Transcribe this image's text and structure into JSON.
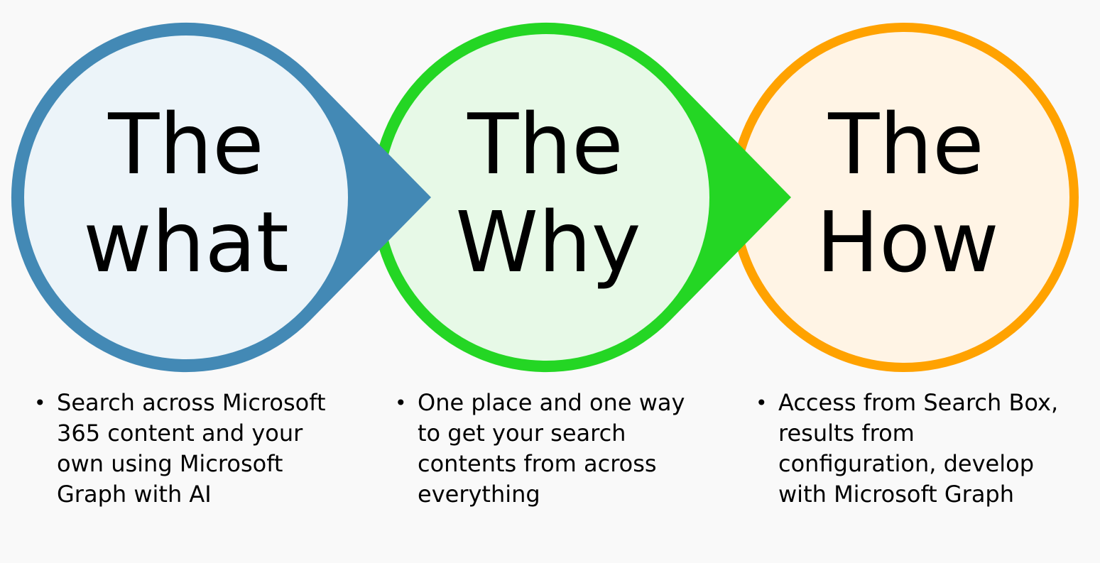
{
  "stages": [
    {
      "title_line1": "The",
      "title_line2": "what",
      "ring_color": "#4389b5",
      "fill_color": "#ecf4f9",
      "bullet": "Search across Microsoft 365 content and your own using Microsoft Graph with AI"
    },
    {
      "title_line1": "The",
      "title_line2": "Why",
      "ring_color": "#24d624",
      "fill_color": "#e7f9e7",
      "bullet": "One place and one way to get your search contents from across everything"
    },
    {
      "title_line1": "The",
      "title_line2": "How",
      "ring_color": "#ffa200",
      "fill_color": "#fff4e5",
      "bullet": "Access from Search Box, results from configuration, develop with Microsoft Graph"
    }
  ]
}
